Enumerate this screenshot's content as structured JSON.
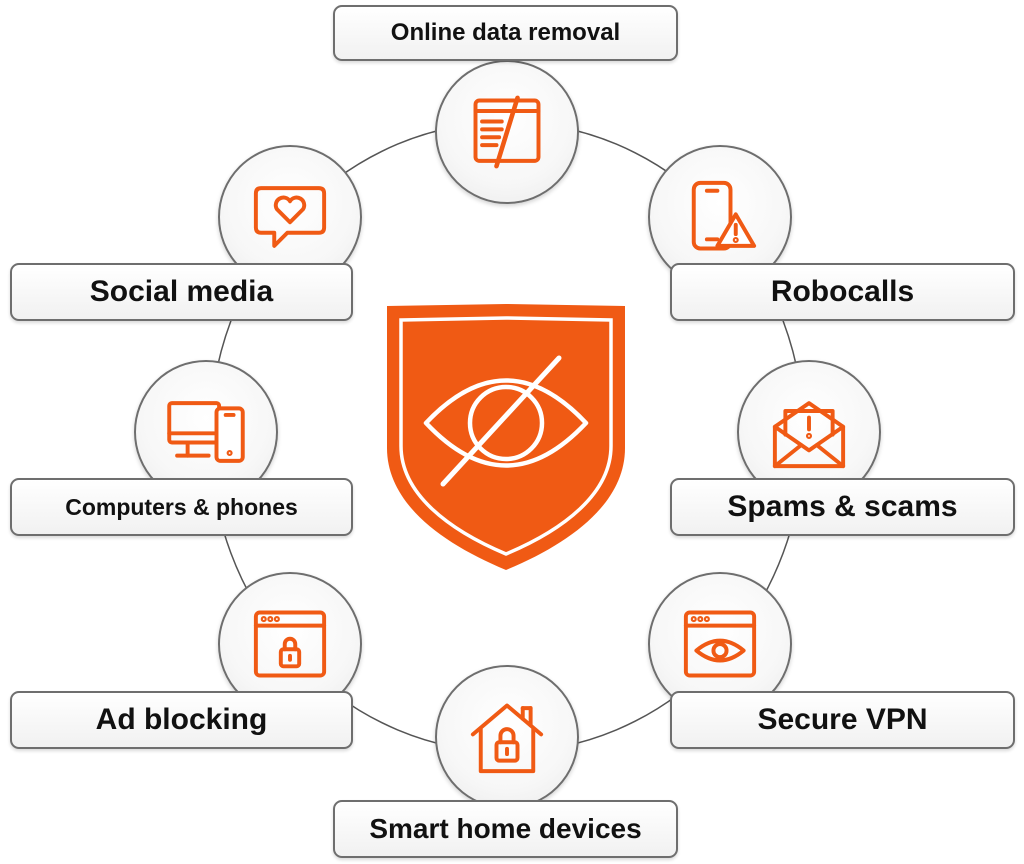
{
  "colors": {
    "accent": "#f05a14",
    "outline": "#6e6e6e",
    "text": "#111111"
  },
  "center": {
    "icon": "eye-slash-shield-icon"
  },
  "services": [
    {
      "label": "Online data removal",
      "icon": "web-page-strike-icon"
    },
    {
      "label": "Robocalls",
      "icon": "phone-warning-icon"
    },
    {
      "label": "Spams & scams",
      "icon": "envelope-alert-icon"
    },
    {
      "label": "Secure VPN",
      "icon": "browser-eye-icon"
    },
    {
      "label": "Smart home devices",
      "icon": "house-lock-icon"
    },
    {
      "label": "Ad blocking",
      "icon": "browser-lock-icon"
    },
    {
      "label": "Computers & phones",
      "icon": "computer-phone-icon"
    },
    {
      "label": "Social media",
      "icon": "heart-chat-icon"
    }
  ]
}
